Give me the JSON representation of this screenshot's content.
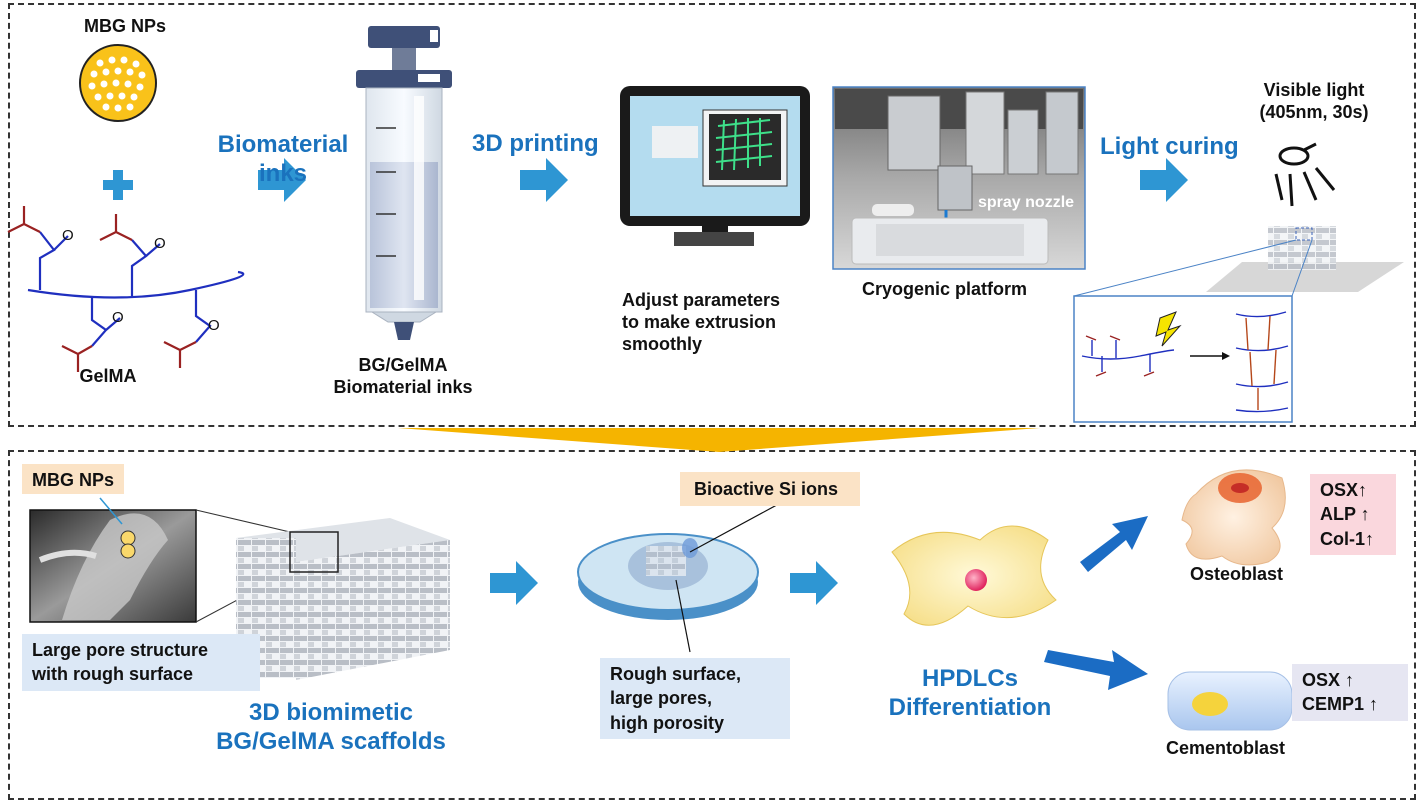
{
  "top": {
    "mbg_label": "MBG NPs",
    "plus_symbol": "+",
    "gelma_label": "GelMA",
    "step1": "Biomaterial\ninks",
    "syringe_caption": "BG/GelMA\nBiomaterial inks",
    "step2": "3D printing",
    "monitor_caption": "Adjust parameters\nto make extrusion\nsmoothly",
    "nozzle_label": "spray nozzle",
    "platform_caption": "Cryogenic platform",
    "step3": "Light curing",
    "light_label": "Visible light\n(405nm, 30s)"
  },
  "bottom": {
    "mbg_tag": "MBG NPs",
    "pore_tag": "Large pore structure\nwith rough surface",
    "scaffold_title": "3D biomimetic\nBG/GelMA scaffolds",
    "si_tag": "Bioactive Si ions",
    "surface_tag": "Rough surface,\nlarge pores,\nhigh porosity",
    "diff_title": "HPDLCs\nDifferentiation",
    "osteo_markers": "OSX↑\nALP ↑\nCol-1↑",
    "osteo_label": "Osteoblast",
    "cemento_markers": "OSX ↑\nCEMP1 ↑",
    "cemento_label": "Cementoblast"
  },
  "colors": {
    "accent_blue": "#1a72bd",
    "arrow_blue": "#2e96d3",
    "mbg_yellow": "#f9c21a",
    "transition_orange": "#f5b400",
    "gelma_chain": "#1f2fbf",
    "methacrylate_red": "#9a2222"
  }
}
